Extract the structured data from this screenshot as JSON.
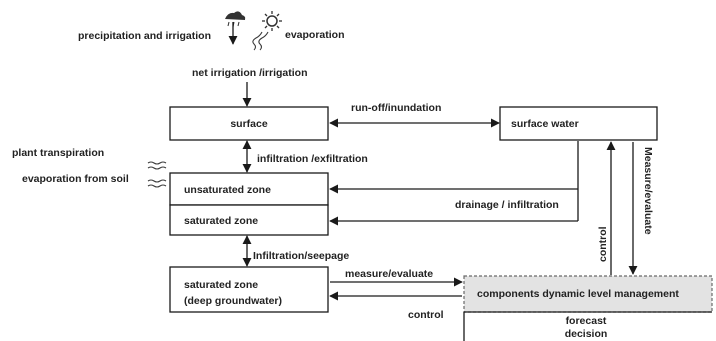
{
  "labels": {
    "precipitation": "precipitation and irrigation",
    "evaporation_top": "evaporation",
    "net_irrigation": "net irrigation /irrigation",
    "surface": "surface",
    "runoff": "run-off/inundation",
    "surface_water": "surface water",
    "plant_transpiration": "plant transpiration",
    "evaporation_soil": "evaporation from soil",
    "infiltration_exfiltration": "infiltration /exfiltration",
    "unsaturated_zone": "unsaturated zone",
    "saturated_zone": "saturated zone",
    "drainage": "drainage / infiltration",
    "infiltration_seepage": "Infiltration/seepage",
    "deep_saturated_line1": "saturated zone",
    "deep_saturated_line2": "(deep groundwater)",
    "measure_evaluate": "measure/evaluate",
    "control_bottom": "control",
    "control_vertical": "control",
    "measure_evaluate_vertical": "Measure/evaluate",
    "components": "components dynamic level management",
    "forecast": "forecast",
    "decision": "decision"
  },
  "icons": {
    "rain": "rain-cloud-icon",
    "sun": "sun-icon"
  },
  "colors": {
    "component_fill": "#e3e3e3",
    "stroke": "#1a1a1a"
  }
}
